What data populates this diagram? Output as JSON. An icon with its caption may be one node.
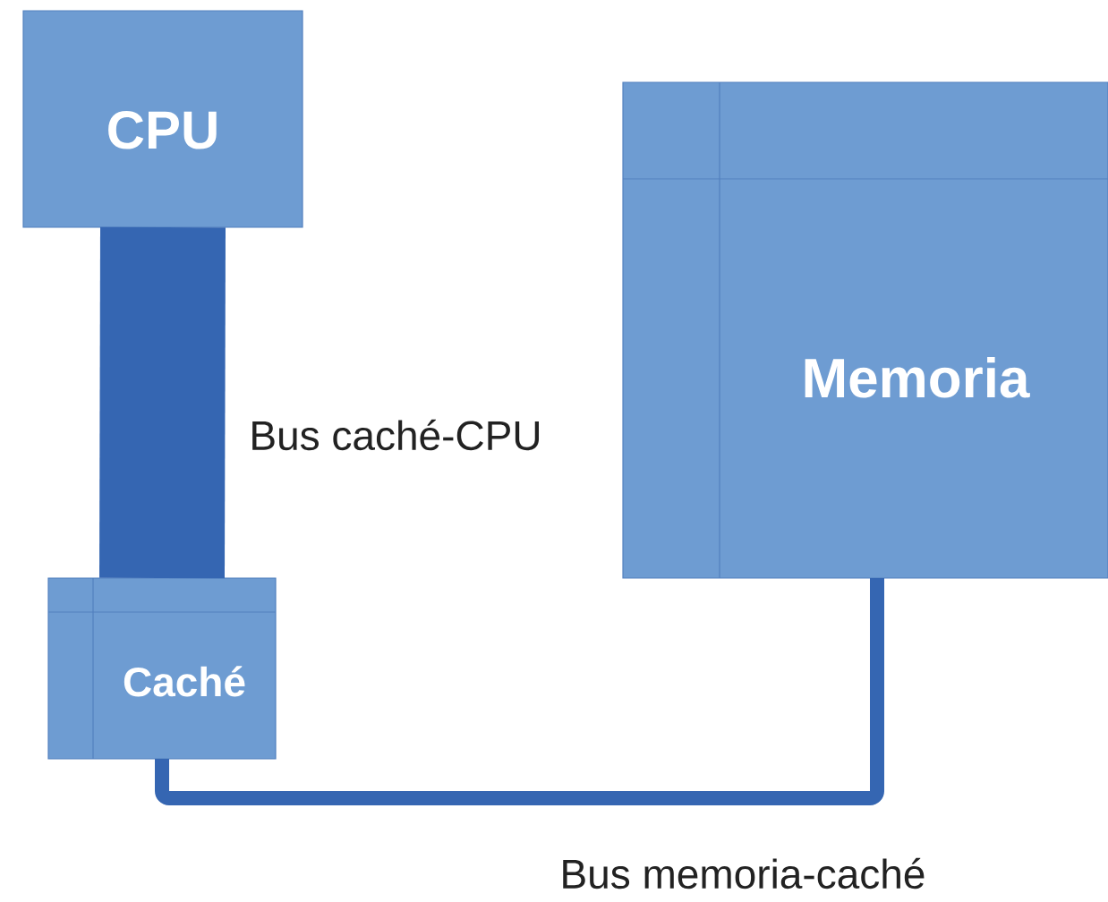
{
  "diagram": {
    "nodes": [
      {
        "text": [
          "CPU"
        ]
      },
      {
        "text": [
          "Caché"
        ]
      },
      {
        "text": [
          "Memoria"
        ]
      }
    ],
    "edges": [
      {
        "from": 0,
        "to": 1,
        "arrow": "none",
        "label": "Bus caché-CPU",
        "style": "thick"
      },
      {
        "from": 2,
        "to": 1,
        "arrow": "none",
        "label": "Bus memoria-caché"
      }
    ]
  }
}
